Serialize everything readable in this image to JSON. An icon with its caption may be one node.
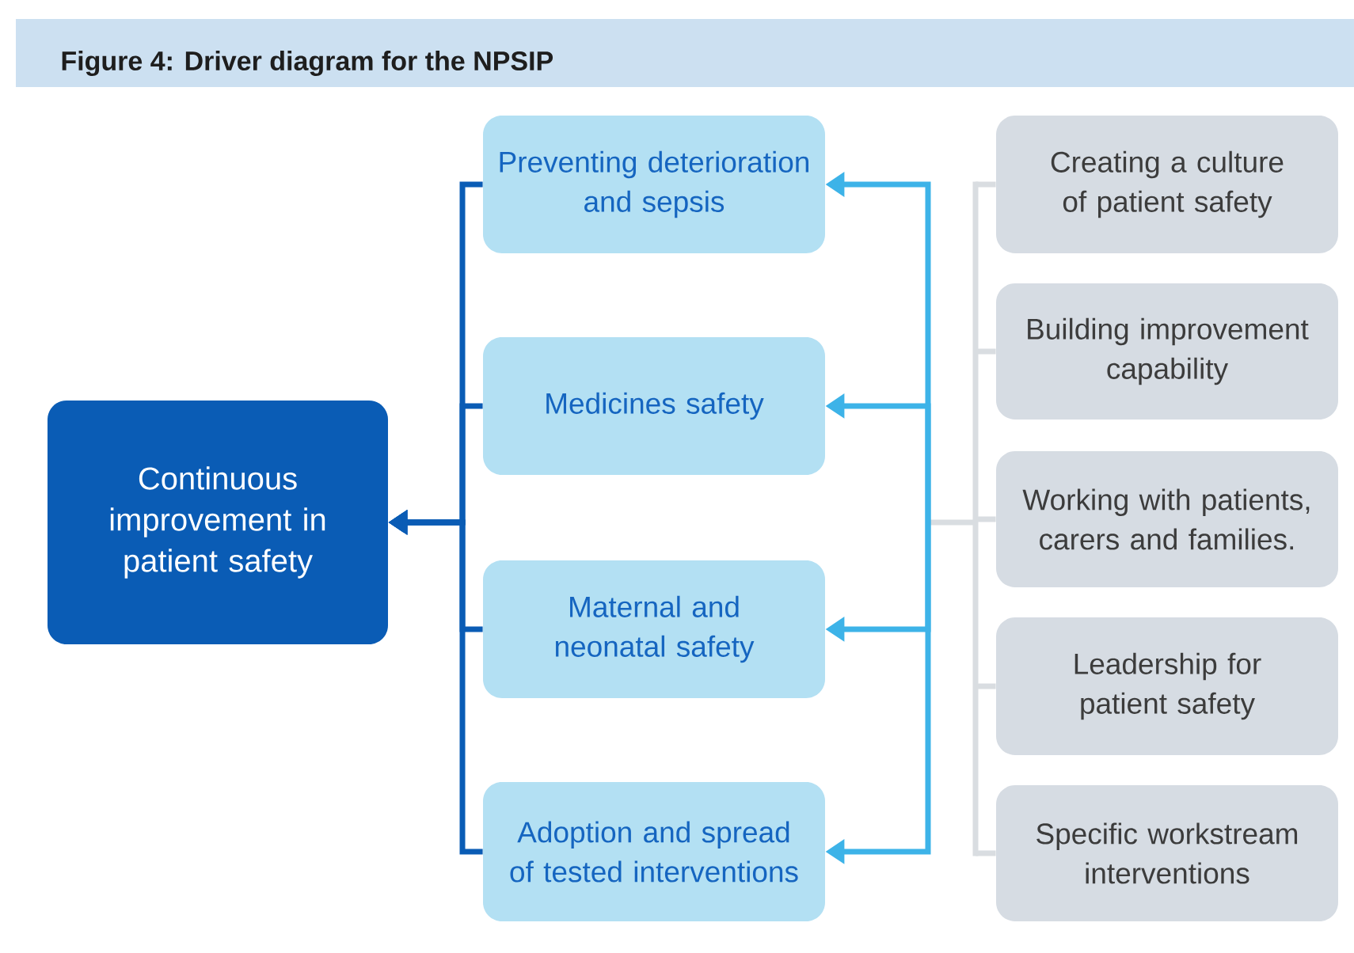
{
  "diagram": {
    "title": "Figure 4: Driver diagram for the NPSIP",
    "nodes": [
      {
        "text": [
          "Continuous improvement in patient safety"
        ]
      },
      {
        "text": [
          "Preventing deterioration and sepsis"
        ]
      },
      {
        "text": [
          "Medicines safety"
        ]
      },
      {
        "text": [
          "Maternal and neonatal safety"
        ]
      },
      {
        "text": [
          "Adoption and spread of tested interventions"
        ]
      },
      {
        "text": [
          "Creating a culture of patient safety"
        ]
      },
      {
        "text": [
          "Building improvement capability"
        ]
      },
      {
        "text": [
          "Working with patients, carers and families."
        ]
      },
      {
        "text": [
          "Leadership for patient safety"
        ]
      },
      {
        "text": [
          "Specific workstream interventions"
        ]
      }
    ],
    "edges": [
      {
        "from": 1,
        "to": 0,
        "arrow": "to",
        "color": "#0a5cb5"
      },
      {
        "from": 2,
        "to": 0,
        "arrow": "to",
        "color": "#0a5cb5"
      },
      {
        "from": 3,
        "to": 0,
        "arrow": "to",
        "color": "#0a5cb5"
      },
      {
        "from": 4,
        "to": 0,
        "arrow": "to",
        "color": "#0a5cb5"
      },
      {
        "from": 5,
        "to": 1,
        "arrow": "to"
      },
      {
        "from": 5,
        "to": 2,
        "arrow": "to"
      },
      {
        "from": 5,
        "to": 3,
        "arrow": "to"
      },
      {
        "from": 5,
        "to": 4,
        "arrow": "to"
      },
      {
        "from": 6,
        "to": 1,
        "arrow": "to"
      },
      {
        "from": 6,
        "to": 2,
        "arrow": "to"
      },
      {
        "from": 6,
        "to": 3,
        "arrow": "to"
      },
      {
        "from": 6,
        "to": 4,
        "arrow": "to"
      },
      {
        "from": 7,
        "to": 1,
        "arrow": "to"
      },
      {
        "from": 7,
        "to": 2,
        "arrow": "to"
      },
      {
        "from": 7,
        "to": 3,
        "arrow": "to"
      },
      {
        "from": 7,
        "to": 4,
        "arrow": "to"
      },
      {
        "from": 8,
        "to": 1,
        "arrow": "to"
      },
      {
        "from": 8,
        "to": 2,
        "arrow": "to"
      },
      {
        "from": 8,
        "to": 3,
        "arrow": "to"
      },
      {
        "from": 8,
        "to": 4,
        "arrow": "to"
      },
      {
        "from": 9,
        "to": 1,
        "arrow": "to"
      },
      {
        "from": 9,
        "to": 2,
        "arrow": "to"
      },
      {
        "from": 9,
        "to": 3,
        "arrow": "to"
      },
      {
        "from": 9,
        "to": 4,
        "arrow": "to"
      }
    ]
  }
}
